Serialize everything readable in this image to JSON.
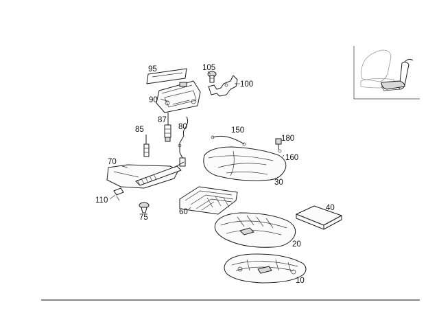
{
  "callouts": {
    "c95": "95",
    "c105": "105",
    "c100": "100",
    "c90": "90",
    "c87": "87",
    "c80": "80",
    "c85": "85",
    "c150": "150",
    "c180": "180",
    "c160": "160",
    "c70": "70",
    "c30": "30",
    "c110": "110",
    "c75": "75",
    "c60": "60",
    "c40": "40",
    "c20": "20",
    "c10": "10"
  }
}
